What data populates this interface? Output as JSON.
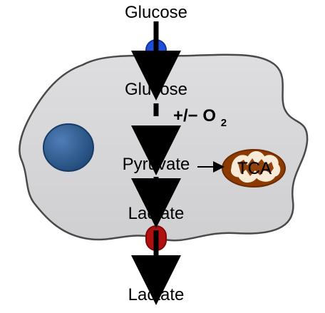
{
  "labels": {
    "glucose_outside": "Glucose",
    "glucose_inside": "Glucose",
    "oxygen_prefix": "+/− O",
    "oxygen_subscript": "2",
    "pyruvate": "Pyruvate",
    "tca": "TCA",
    "lactate_inside": "Lactate",
    "lactate_outside": "Lactate"
  },
  "icons": {
    "glucose_transporter": "glucose-transporter-icon",
    "lactate_transporter": "lactate-transporter-icon",
    "nucleus": "nucleus-icon",
    "mitochondrion": "mitochondrion-icon"
  },
  "colors": {
    "cell_fill": "#d9d9db",
    "cell_stroke": "#4a4a4a",
    "glucose_transporter": "#1f4fd8",
    "lactate_transporter": "#b01010",
    "nucleus": "#2f5b93",
    "mitochondrion_outer": "#8b3a00",
    "mitochondrion_inner": "#f8ebd8",
    "arrow": "#000000",
    "text": "#000000"
  }
}
